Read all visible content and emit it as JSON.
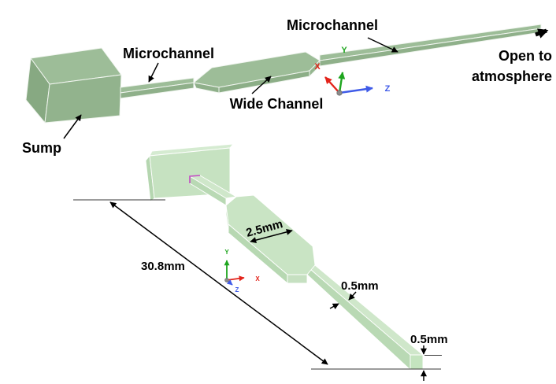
{
  "top_view": {
    "labels": {
      "microchannel_left": "Microchannel",
      "microchannel_right": "Microchannel",
      "wide_channel": "Wide Channel",
      "sump": "Sump",
      "open_to_atmosphere_line1": "Open to",
      "open_to_atmosphere_line2": "atmosphere"
    },
    "axes": {
      "x": "X",
      "y": "Y",
      "z": "Z"
    }
  },
  "bottom_view": {
    "dimensions": {
      "total_length": "30.8mm",
      "wide_channel_width": "2.5mm",
      "microchannel_width": "0.5mm",
      "channel_height": "0.5mm"
    },
    "axes": {
      "x": "X",
      "y": "Y",
      "z": "Z"
    }
  },
  "colors": {
    "channel_green_dark": "#93b48e",
    "channel_green_light": "#c6e2c1",
    "axis_x_red": "#e3231a",
    "axis_y_green": "#1ea51e",
    "axis_z_blue": "#3f5be8",
    "entrance_highlight_magenta": "#c44ac4",
    "annotation_black": "#000000"
  }
}
